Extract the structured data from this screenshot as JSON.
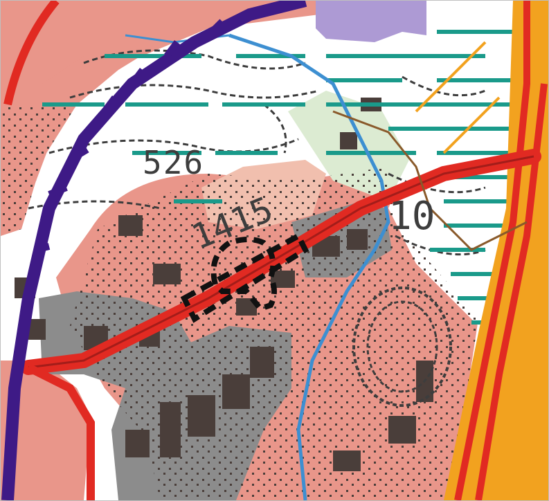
{
  "map": {
    "labels": {
      "elevation_526": "526",
      "parcel_1415": "1415",
      "parcel_10": "10"
    },
    "colors": {
      "background": "#ffffff",
      "residential_pink": "#e9968a",
      "light_pink": "#f1bfae",
      "industrial_grey": "#8c8c8c",
      "building_dark": "#4a3e3a",
      "main_road_red": "#e12a22",
      "road_dark_red": "#a31d1a",
      "railway_purple": "#3e1a86",
      "institutional_lavender": "#ad9ad4",
      "teal_hatch": "#1a9a8a",
      "stream_blue": "#3d8fd1",
      "highway_orange": "#f2a21f",
      "pale_green": "#dcebd2",
      "contour_dark": "#3d3d3d",
      "brown_line": "#8a5a2b",
      "highlight_box": "#111111"
    },
    "legend_entries": []
  }
}
